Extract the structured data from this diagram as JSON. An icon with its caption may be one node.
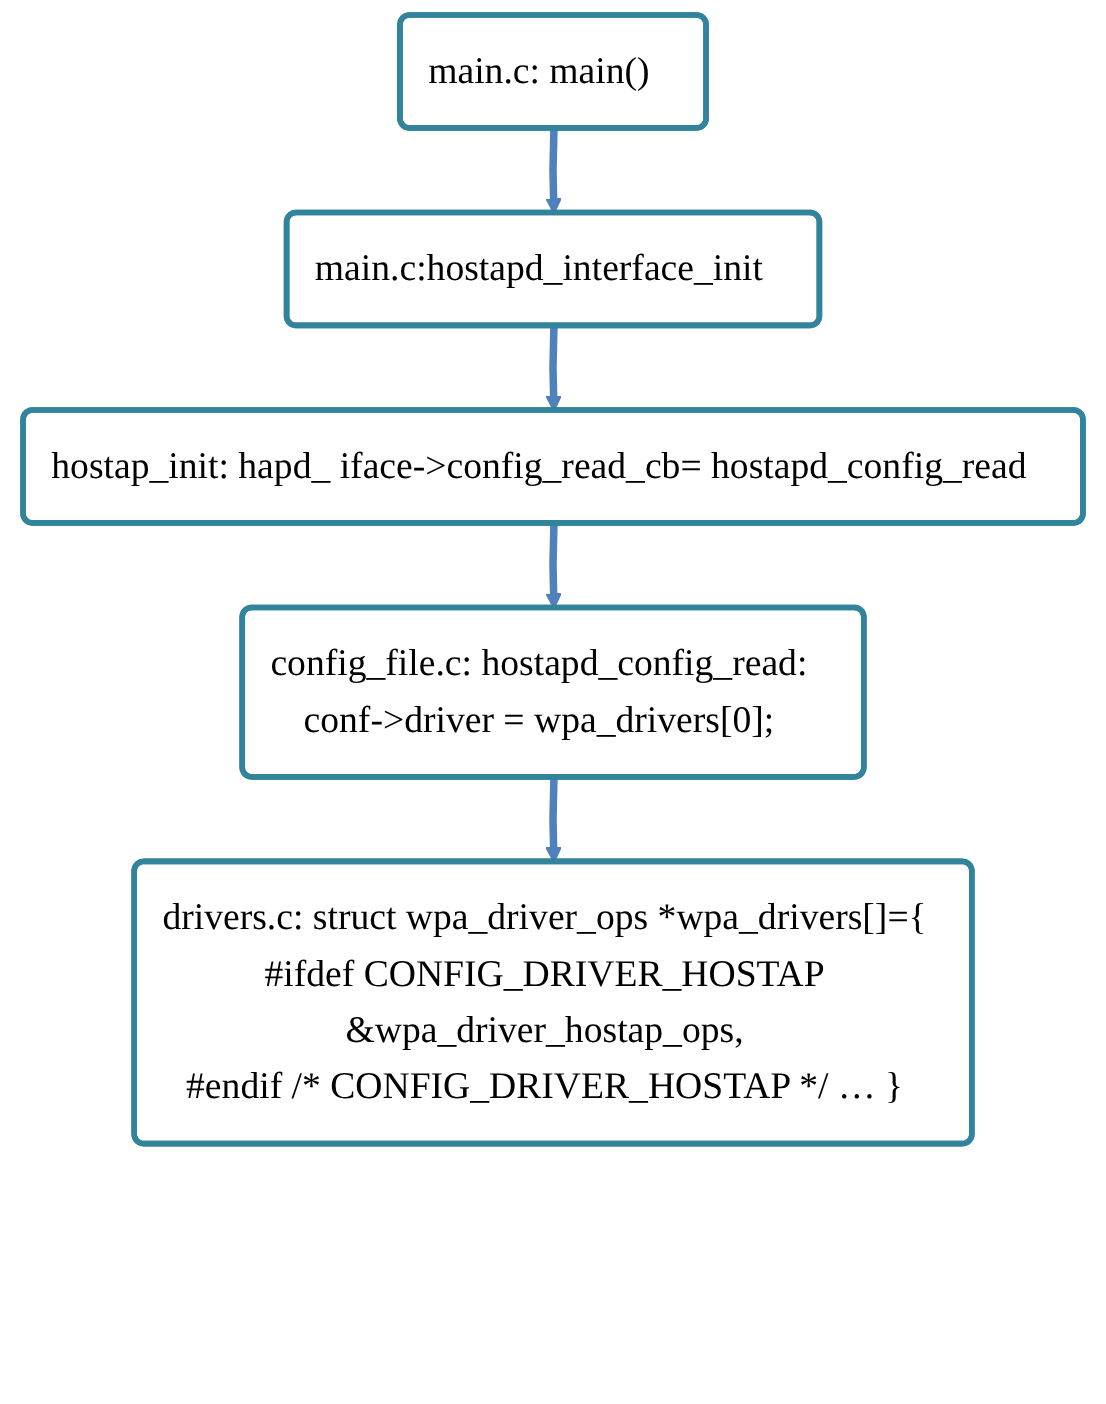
{
  "diagram": {
    "nodes": [
      {
        "text": [
          "main.c: main()"
        ]
      },
      {
        "text": [
          "main.c:hostapd_interface_init"
        ]
      },
      {
        "text": [
          "hostap_init: hapd_ iface->config_read_cb= hostapd_config_read"
        ]
      },
      {
        "text": [
          "config_file.c: hostapd_config_read:",
          "conf->driver = wpa_drivers[0];"
        ]
      },
      {
        "text": [
          "drivers.c: struct wpa_driver_ops *wpa_drivers[]={",
          "#ifdef CONFIG_DRIVER_HOSTAP",
          "&wpa_driver_hostap_ops,",
          "#endif /* CONFIG_DRIVER_HOSTAP */    …    }"
        ]
      }
    ],
    "edges": [
      {
        "from": 0,
        "to": 1,
        "arrow": "to"
      },
      {
        "from": 1,
        "to": 2,
        "arrow": "to"
      },
      {
        "from": 2,
        "to": 3,
        "arrow": "to"
      },
      {
        "from": 3,
        "to": 4,
        "arrow": "to"
      }
    ]
  }
}
